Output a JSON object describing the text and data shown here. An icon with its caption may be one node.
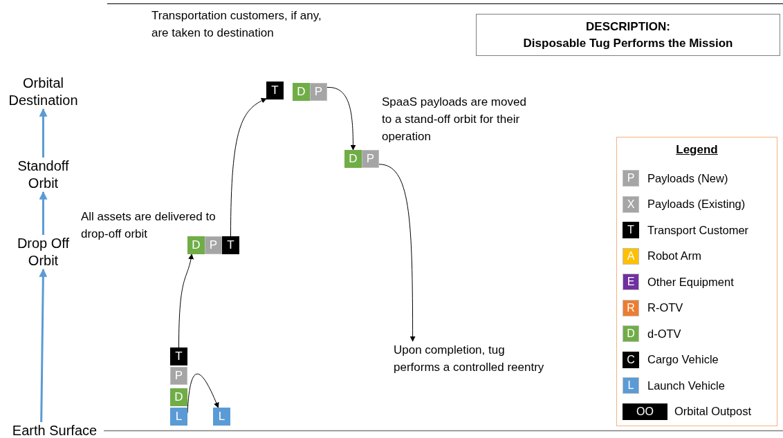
{
  "diagram": {
    "nodes": [
      {
        "text": [
          "Orbital Destination"
        ]
      },
      {
        "text": [
          "Standoff Orbit"
        ]
      },
      {
        "text": [
          "Drop Off Orbit"
        ]
      },
      {
        "text": [
          "Earth Surface"
        ]
      },
      {
        "text": [
          "T"
        ]
      },
      {
        "text": [
          "P"
        ]
      },
      {
        "text": [
          "D"
        ]
      },
      {
        "text": [
          "L"
        ]
      },
      {
        "text": [
          "L"
        ]
      },
      {
        "text": [
          "D"
        ]
      },
      {
        "text": [
          "P"
        ]
      },
      {
        "text": [
          "T"
        ]
      },
      {
        "text": [
          "T"
        ]
      },
      {
        "text": [
          "D"
        ]
      },
      {
        "text": [
          "P"
        ]
      },
      {
        "text": [
          "D"
        ]
      },
      {
        "text": [
          "P"
        ]
      },
      {
        "text": [
          "Upon completion, tug performs a controlled reentry"
        ]
      },
      {
        "text": [
          "DESCRIPTION:",
          "Disposable Tug Performs the Mission"
        ]
      },
      {
        "text": [
          "Legend"
        ]
      }
    ],
    "edges": [
      {
        "from": 3,
        "to": 2,
        "arrow": "to",
        "style": "thick",
        "color": "#5b9bd5"
      },
      {
        "from": 2,
        "to": 1,
        "arrow": "to",
        "style": "thick",
        "color": "#5b9bd5"
      },
      {
        "from": 1,
        "to": 0,
        "arrow": "to",
        "style": "thick",
        "color": "#5b9bd5"
      },
      {
        "from": 7,
        "to": 8,
        "arrow": "to"
      },
      {
        "from": 4,
        "to": 9,
        "arrow": "to"
      },
      {
        "from": 11,
        "to": 12,
        "arrow": "to"
      },
      {
        "from": 14,
        "to": 15,
        "arrow": "to"
      },
      {
        "from": 16,
        "to": 17,
        "arrow": "to"
      }
    ],
    "labels": [
      "Transportation customers, if any, are taken to destination",
      "SpaaS payloads are moved to a stand-off orbit for their operation",
      "All assets are delivered to drop-off orbit",
      "P",
      "X",
      "T",
      "A",
      "E",
      "R",
      "D",
      "C",
      "L",
      "OO"
    ],
    "legend": [
      {
        "text": "Payloads (New)",
        "color": "#a5a5a5"
      },
      {
        "text": "Payloads (Existing)",
        "color": "#a5a5a5"
      },
      {
        "text": "Transport Customer",
        "color": "#000000"
      },
      {
        "text": "Robot Arm",
        "color": "#ffc000"
      },
      {
        "text": "Other Equipment",
        "color": "#7030a0"
      },
      {
        "text": "R-OTV",
        "color": "#ed7d31"
      },
      {
        "text": "d-OTV",
        "color": "#70ad47"
      },
      {
        "text": "Cargo Vehicle",
        "color": "#000000"
      },
      {
        "text": "Launch Vehicle",
        "color": "#5b9bd5"
      },
      {
        "text": "Orbital Outpost",
        "color": "#000000"
      }
    ]
  }
}
